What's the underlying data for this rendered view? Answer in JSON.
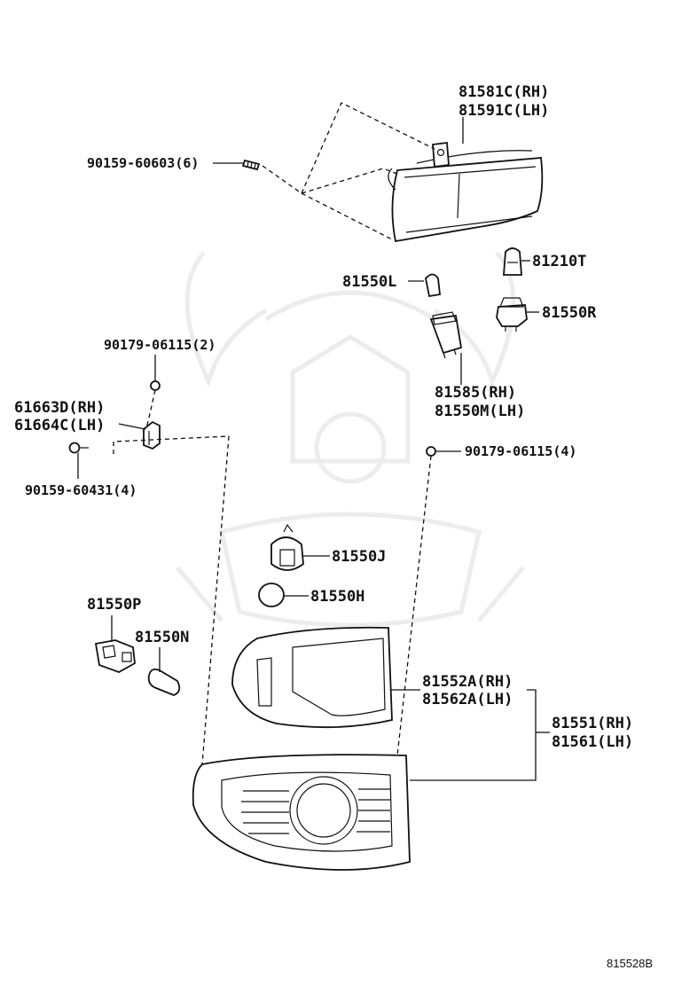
{
  "parts": {
    "p81581c": "81581C(RH)",
    "p81591c": "81591C(LH)",
    "p90159_60603": "90159-60603(6)",
    "p81210t": "81210T",
    "p81550l": "81550L",
    "p81550r": "81550R",
    "p90179_06115_2": "90179-06115(2)",
    "p81585": "81585(RH)",
    "p81550m": "81550M(LH)",
    "p61663d": "61663D(RH)",
    "p61664c": "61664C(LH)",
    "p90179_06115_4": "90179-06115(4)",
    "p90159_60431": "90159-60431(4)",
    "p81550j": "81550J",
    "p81550h": "81550H",
    "p81550p": "81550P",
    "p81550n": "81550N",
    "p81552a": "81552A(RH)",
    "p81562a": "81562A(LH)",
    "p81551": "81551(RH)",
    "p81561": "81561(LH)"
  },
  "diagram_ref": "815528B"
}
